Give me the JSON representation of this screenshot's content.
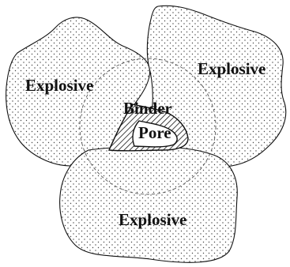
{
  "labels": {
    "explosive_top_left": "Explosive",
    "explosive_top_right": "Explosive",
    "explosive_bottom": "Explosive",
    "binder": "Binder",
    "pore": "Pore"
  },
  "colors": {
    "outline": "#111111",
    "dots": "#444444",
    "circle": "#555555",
    "background": "#ffffff"
  }
}
